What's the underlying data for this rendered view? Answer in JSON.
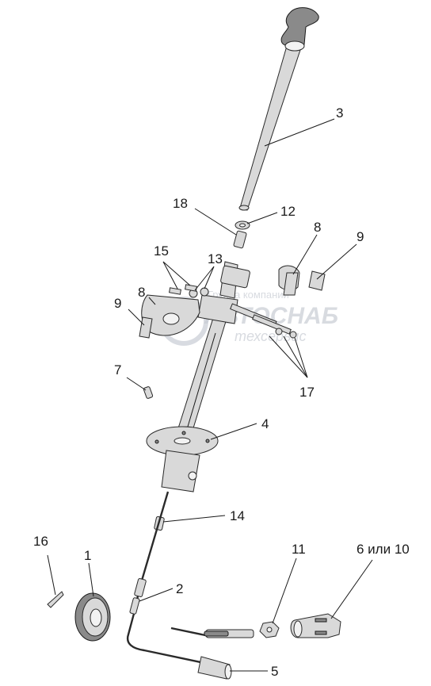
{
  "callouts": {
    "c1": "1",
    "c2": "2",
    "c3": "3",
    "c4": "4",
    "c5": "5",
    "c6": "6 или 10",
    "c7": "7",
    "c8a": "8",
    "c8b": "8",
    "c9a": "9",
    "c9b": "9",
    "c11": "11",
    "c12": "12",
    "c13": "13",
    "c14": "14",
    "c15": "15",
    "c16": "16",
    "c17": "17",
    "c18": "18"
  },
  "watermark": {
    "line1": "Группа компаний",
    "line2": "АВТОСНАБ",
    "line3": "техсервис"
  }
}
